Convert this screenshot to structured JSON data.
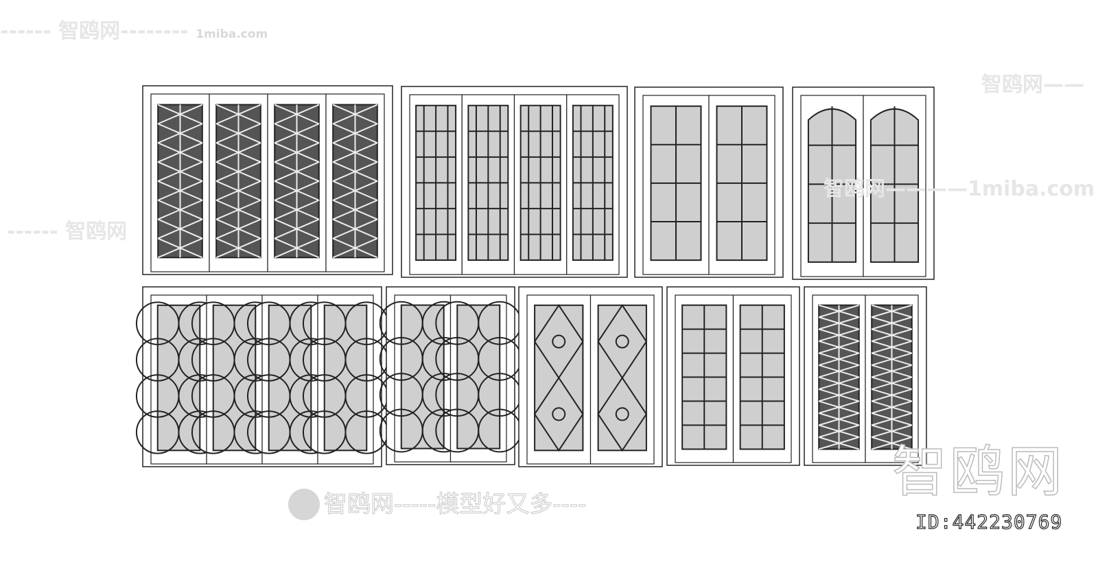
{
  "watermarks": {
    "top_left": "------ 智鸥网--------",
    "top_left_url": "1miba.com",
    "mid_right": "智鸥网————1miba.com",
    "right": "智鸥网——",
    "left_mid": "------ 智鸥网",
    "bottom_slogan": "智鸥网-----模型好又多----",
    "big_logo": "智鸥网"
  },
  "id_label": "ID:442230769",
  "door_sets": [
    {
      "leaves": 4,
      "pattern": "x-lattice"
    },
    {
      "leaves": 4,
      "pattern": "geometric-grid"
    },
    {
      "leaves": 2,
      "pattern": "panes-2x4"
    },
    {
      "leaves": 2,
      "pattern": "arched-panes"
    },
    {
      "leaves": 4,
      "pattern": "circles"
    },
    {
      "leaves": 2,
      "pattern": "circles"
    },
    {
      "leaves": 2,
      "pattern": "diamonds"
    },
    {
      "leaves": 2,
      "pattern": "panes-transom"
    },
    {
      "leaves": 2,
      "pattern": "diagonal-lattice"
    }
  ],
  "colors": {
    "line": "#222222",
    "glass": "#cfcfcf",
    "frame": "#ffffff",
    "dark_glass": "#555555"
  }
}
